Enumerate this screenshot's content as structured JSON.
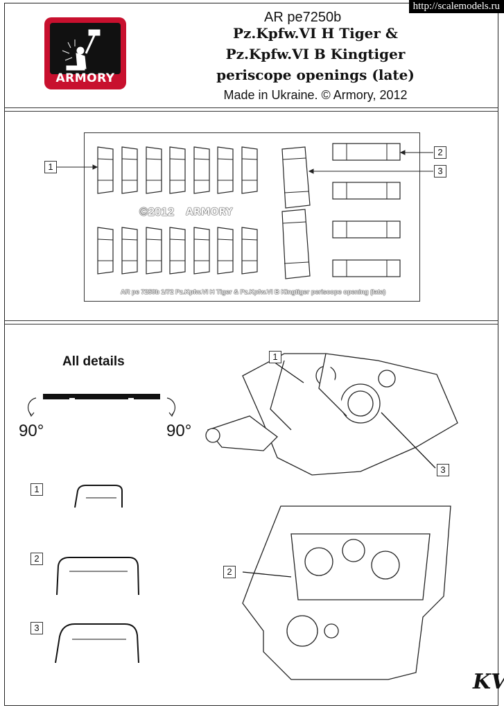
{
  "watermark": "http://scalemodels.ru",
  "header": {
    "logo_text": "ARMORY",
    "code": "AR pe7250b",
    "title_lines": [
      "Pz.Kpfw.VI H Tiger &",
      "Pz.Kpfw.VI B Kingtiger",
      "periscope openings (late)"
    ],
    "made_in": "Made in Ukraine. © Armory, 2012"
  },
  "fret": {
    "copyright_mark": "©2012",
    "brand_mark": "ARMORY",
    "caption": "AR pe 7250b 1/72 Pz.Kpfw.VI H Tiger & Pz.Kpfw.VI B Kingtiger periscope opening (late)",
    "callouts": [
      "1",
      "2",
      "3"
    ]
  },
  "instructions": {
    "all_details_label": "All details",
    "fold_left": "90°",
    "fold_right": "90°",
    "part_numbers": [
      "1",
      "2",
      "3"
    ],
    "turret_callouts": [
      "1",
      "3"
    ],
    "hull_callouts": [
      "2"
    ]
  },
  "signature": "KV"
}
